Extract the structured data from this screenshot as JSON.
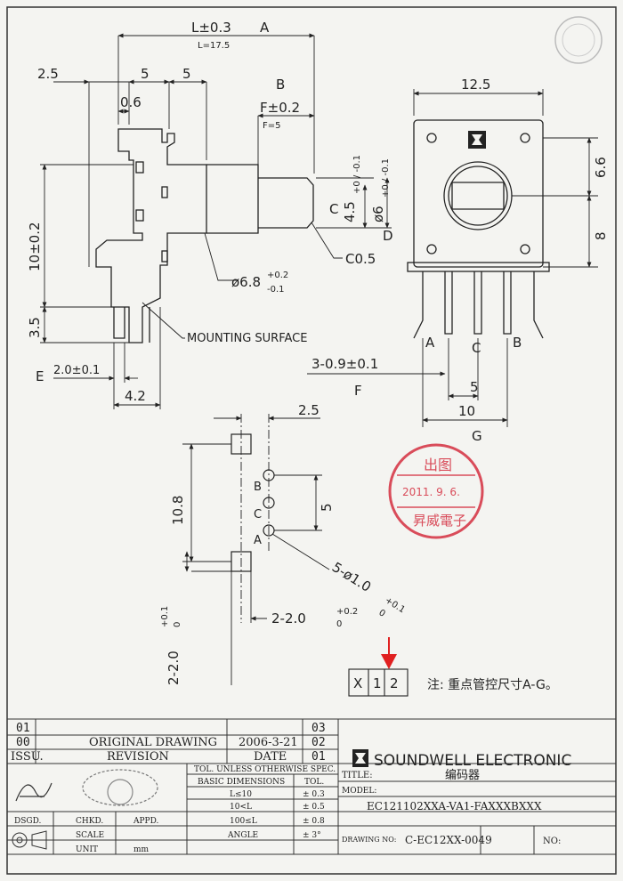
{
  "drawing": {
    "top_letter_a": "A",
    "dim_l": "L±0.3",
    "dim_l_note": "L=17.5",
    "dim_2_5": "2.5",
    "dim_5a": "5",
    "dim_5b": "5",
    "dim_0_6": "0.6",
    "letter_b": "B",
    "dim_f": "F±0.2",
    "dim_f_note": "F=5",
    "letter_c": "C",
    "dim_4_5": "4.5",
    "dim_4_5_tol": "+0 / -0.1",
    "dim_phi6": "ø6",
    "dim_phi6_tol": "+0 / -0.1",
    "letter_d": "D",
    "dim_c0_5": "C0.5",
    "dim_phi6_8": "ø6.8",
    "dim_phi6_8_tol_up": "+0.2",
    "dim_phi6_8_tol_dn": "-0.1",
    "dim_10": "10±0.2",
    "dim_3_5": "3.5",
    "mounting_surface": "MOUNTING SURFACE",
    "letter_e": "E",
    "dim_2_0": "2.0±0.1",
    "dim_4_2": "4.2",
    "dim_12_5": "12.5",
    "dim_6_6": "6.6",
    "dim_8": "8",
    "pin_a": "A",
    "pin_c": "C",
    "pin_b": "B",
    "dim_3_0_9": "3-0.9±0.1",
    "letter_f": "F",
    "dim_5_pitch": "5",
    "dim_10_pins": "10",
    "letter_g": "G",
    "fp_2_5": "2.5",
    "fp_10_8": "10.8",
    "fp_5": "5",
    "fp_holes": "5-ø1.0",
    "fp_holes_tol_up": "+0.1",
    "fp_holes_tol_dn": "0",
    "fp_2_2_0": "2-2.0",
    "fp_2_2_0_tol_up": "+0.2",
    "fp_2_2_0_tol_dn": "0",
    "fp_2_2_0_v": "2-2.0",
    "fp_2_2_0_v_tol_up": "+0.1",
    "fp_2_2_0_v_tol_dn": "0",
    "fp_pin_b": "B",
    "fp_pin_c": "C",
    "fp_pin_a": "A",
    "scale_box": [
      "X",
      "1",
      "2"
    ],
    "note": "注: 重点管控尺寸A-G。",
    "stamp_top": "出图",
    "stamp_date": "2011. 9.  6.",
    "stamp_bottom": "昇威電子"
  },
  "title_block": {
    "rev_rows": [
      {
        "issue": "01",
        "desc": "",
        "date": "",
        "no": "03"
      },
      {
        "issue": "00",
        "desc": "ORIGINAL  DRAWING",
        "date": "2006-3-21",
        "no": "02"
      }
    ],
    "header_issu": "ISSU.",
    "header_revision": "REVISION",
    "header_date": "DATE",
    "header_no": "01",
    "company": "SOUNDWELL  ELECTRONIC",
    "tol_title": "TOL. UNLESS OTHERWISE SPEC.",
    "tol_col1": "BASIC DIMENSIONS",
    "tol_col2": "TOL.",
    "tol_rows": [
      {
        "dim": "L≤10",
        "tol": "± 0.3"
      },
      {
        "dim": "10<L",
        "tol": "± 0.5"
      },
      {
        "dim": "100≤L",
        "tol": "± 0.8"
      },
      {
        "dim": "ANGLE",
        "tol": "± 3°"
      }
    ],
    "title_label": "TITLE:",
    "title_value": "编码器",
    "model_label": "MODEL:",
    "model_value": "EC121102XXA-VA1-FAXXXBXXX",
    "drawing_no_label": "DRAWING NO:",
    "drawing_no_value": "C-EC12XX-0049",
    "no_label": "NO:",
    "dsgd": "DSGD.",
    "chkd": "CHKD.",
    "appd": "APPD.",
    "scale_label": "SCALE",
    "unit_label": "UNIT",
    "unit_value": "mm"
  },
  "colors": {
    "ink": "#222222",
    "stamp": "#d94c5a",
    "arrow": "#e02020",
    "paper": "#f4f4f1"
  }
}
